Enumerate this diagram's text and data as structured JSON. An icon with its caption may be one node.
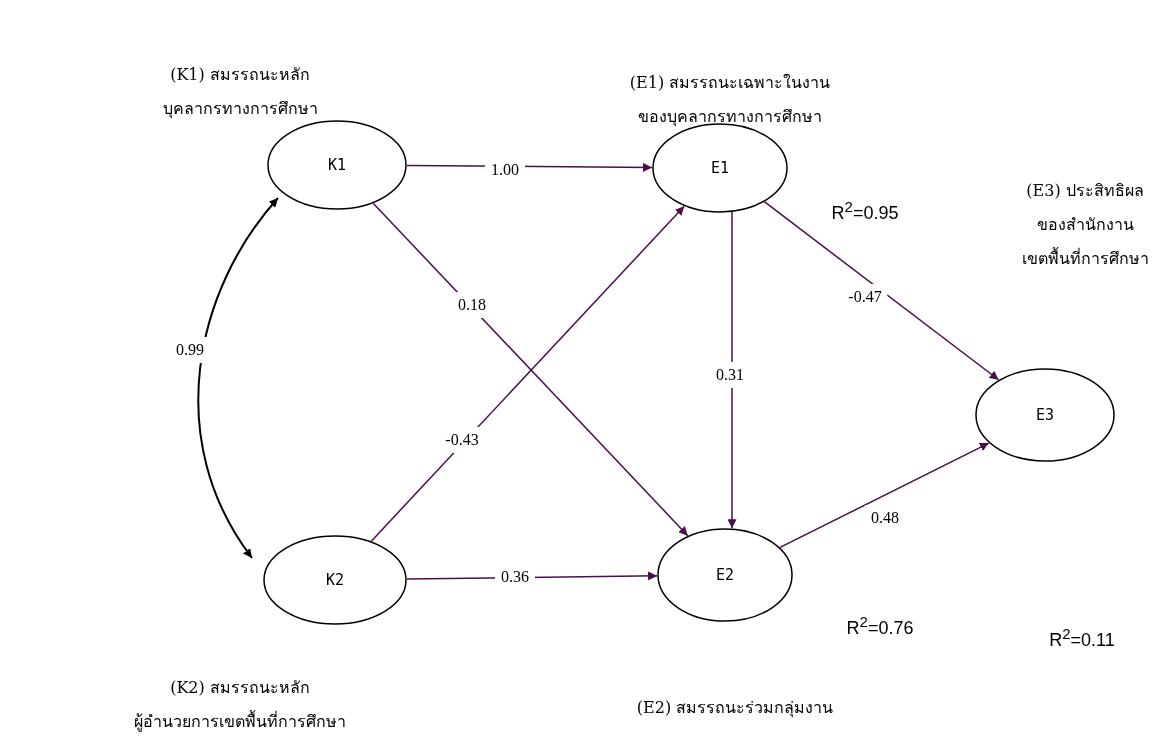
{
  "diagram": {
    "nodes": [
      {
        "text": [
          "K1"
        ],
        "beside": [
          "(K1) สมรรถนะหลัก บุคลากรทางการศึกษา"
        ]
      },
      {
        "text": [
          "K2"
        ],
        "beside": [
          "(K2) สมรรถนะหลัก ผู้อำนวยการเขตพื้นที่การศึกษา"
        ]
      },
      {
        "text": [
          "E1"
        ],
        "beside": [
          "(E1) สมรรถนะเฉพาะในงาน ของบุคลากรทางการศึกษา",
          "R$^{2}$=0.95"
        ]
      },
      {
        "text": [
          "E2"
        ],
        "beside": [
          "R$^{2}$=0.76"
        ]
      },
      {
        "text": [
          "E3"
        ]
      }
    ],
    "labels": [
      "(E3) ประสิทธิผล ของสำนักงาน เขตพื้นที่การศึกษา",
      "R$^{2}$=0.11",
      "(E2) สมรรถนะร่วมกลุ่มงาน"
    ],
    "edges": [
      {
        "from": 0,
        "to": 2,
        "arrow": "to",
        "label": "1.00"
      },
      {
        "from": 0,
        "to": 3,
        "arrow": "to",
        "label": "0.18"
      },
      {
        "from": 1,
        "to": 2,
        "arrow": "to",
        "label": "-0.43"
      },
      {
        "from": 1,
        "to": 3,
        "arrow": "to",
        "label": "0.36"
      },
      {
        "from": 2,
        "to": 3,
        "arrow": "to",
        "label": "0.31"
      },
      {
        "from": 2,
        "to": 4,
        "arrow": "to",
        "label": "-0.47"
      },
      {
        "from": 3,
        "to": 4,
        "arrow": "to",
        "label": "0.48"
      },
      {
        "from": 0,
        "to": 1,
        "arrow": "both",
        "label": "0.99",
        "color": "#000000"
      }
    ]
  }
}
